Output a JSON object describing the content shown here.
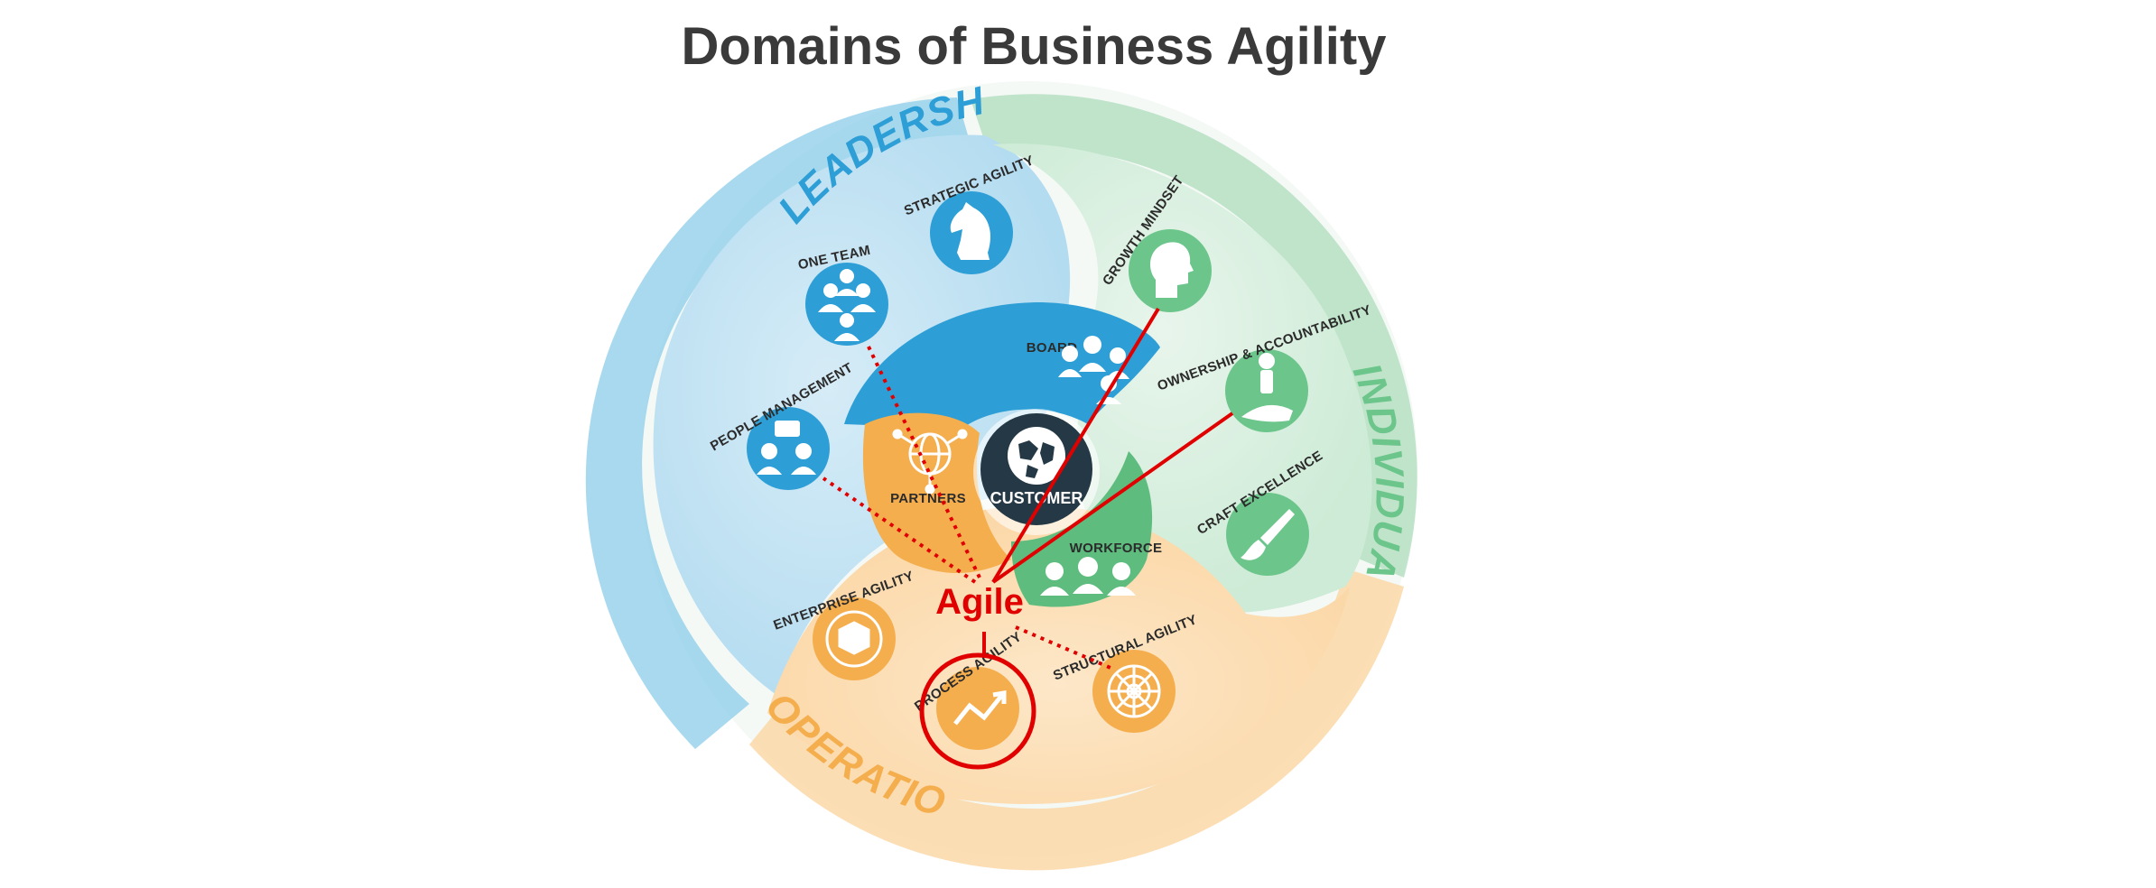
{
  "title": "Domains of Business Agility",
  "domains": {
    "leadership": "LEADERSHIP",
    "individuals": "INDIVIDUALS",
    "operations": "OPERATIONS"
  },
  "center": "CUSTOMER",
  "inner_ring": {
    "board": "BOARD",
    "partners": "PARTNERS",
    "workforce": "WORKFORCE"
  },
  "nodes": {
    "strategic_agility": "STRATEGIC AGILITY",
    "one_team": "ONE TEAM",
    "people_management": "PEOPLE MANAGEMENT",
    "growth_mindset": "GROWTH MINDSET",
    "ownership_accountability": "OWNERSHIP & ACCOUNTABILITY",
    "craft_excellence": "CRAFT EXCELLENCE",
    "enterprise_agility": "ENTERPRISE AGILITY",
    "process_agility": "PROCESS AGILITY",
    "structural_agility": "STRUCTURAL AGILITY"
  },
  "annotation": "Agile",
  "colors": {
    "leadership": "#2e9fd6",
    "individuals": "#6cc58a",
    "operations": "#f5ae4e",
    "center": "#243845",
    "annotation": "#e00000",
    "title": "#3a3a3a"
  }
}
